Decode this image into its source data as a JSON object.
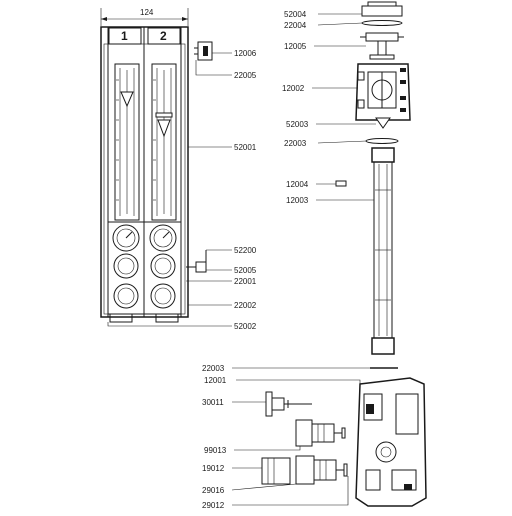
{
  "dimension": {
    "value": "124"
  },
  "channels": {
    "left": "1",
    "right": "2"
  },
  "part_labels": [
    {
      "id": "12006",
      "text": "12006"
    },
    {
      "id": "22005a",
      "text": "22005"
    },
    {
      "id": "52001",
      "text": "52001"
    },
    {
      "id": "52200",
      "text": "52200"
    },
    {
      "id": "52005a",
      "text": "52005"
    },
    {
      "id": "22001",
      "text": "22001"
    },
    {
      "id": "22002a",
      "text": "22002"
    },
    {
      "id": "52002",
      "text": "52002"
    },
    {
      "id": "52004a",
      "text": "52004"
    },
    {
      "id": "22004",
      "text": "22004"
    },
    {
      "id": "12005",
      "text": "12005"
    },
    {
      "id": "12002",
      "text": "12002"
    },
    {
      "id": "52003",
      "text": "52003"
    },
    {
      "id": "22003a",
      "text": "22003"
    },
    {
      "id": "12004",
      "text": "12004"
    },
    {
      "id": "12003",
      "text": "12003"
    },
    {
      "id": "22003b",
      "text": "22003"
    },
    {
      "id": "12001",
      "text": "12001"
    },
    {
      "id": "30011",
      "text": "30011"
    },
    {
      "id": "99013",
      "text": "99013"
    },
    {
      "id": "19012",
      "text": "19012"
    },
    {
      "id": "29016",
      "text": "29016"
    },
    {
      "id": "29012",
      "text": "29012"
    }
  ]
}
